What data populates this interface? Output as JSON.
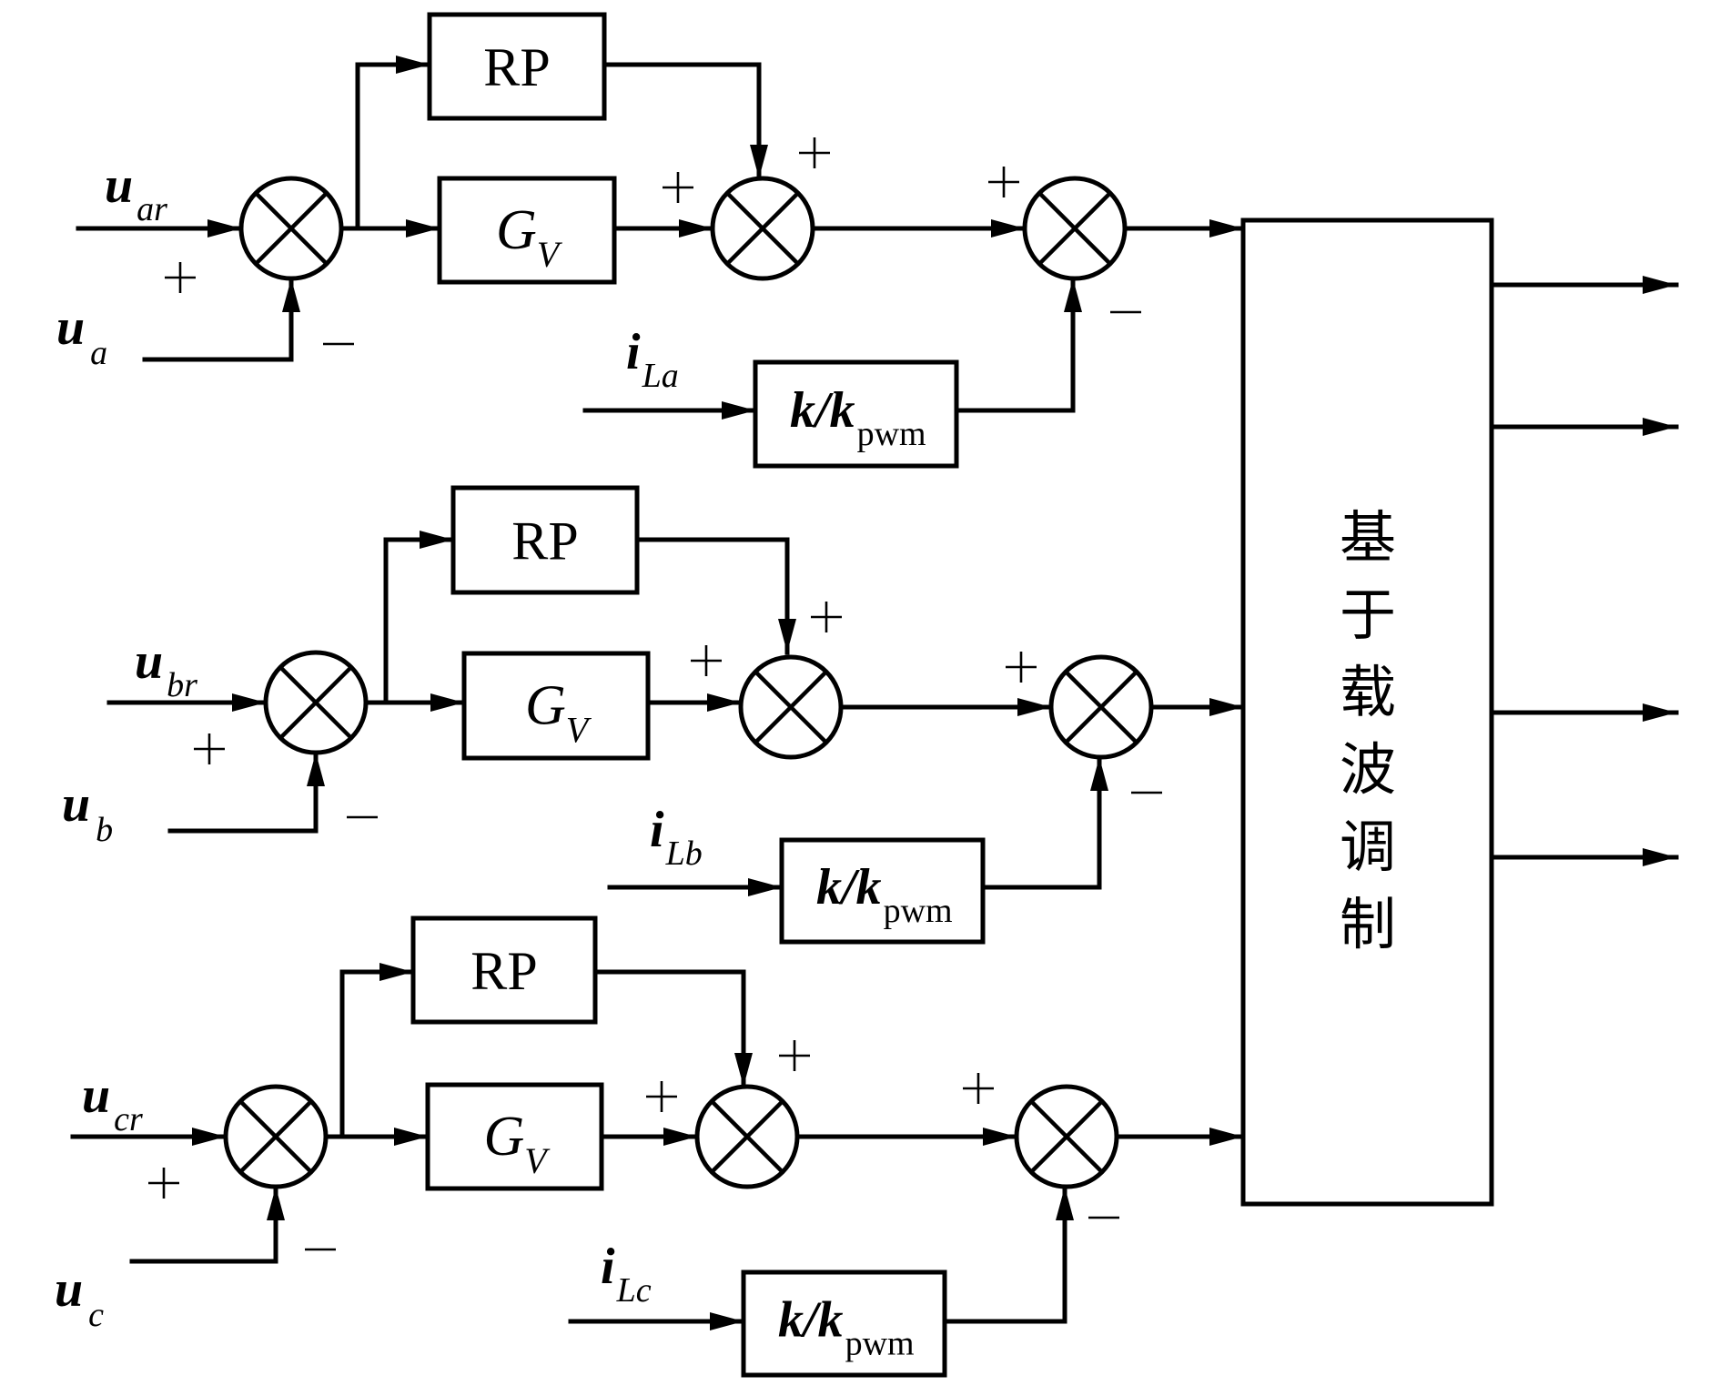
{
  "diagram": {
    "title": "",
    "modulator": {
      "label_chars": [
        "基",
        "于",
        "载",
        "波",
        "调",
        "制"
      ],
      "label": "基于载波调制",
      "outputs": 4
    },
    "phases": [
      {
        "id": "a",
        "reference": {
          "main": "u",
          "sub": "ar"
        },
        "feedback_voltage": {
          "main": "u",
          "sub": "a"
        },
        "inductor_current": {
          "main": "i",
          "sub": "La"
        },
        "rp_block": "RP",
        "gv_block": {
          "main": "G",
          "sub": "V"
        },
        "k_block": {
          "main": "k/k",
          "sub": "pwm"
        },
        "signs": {
          "sum1_ref": "+",
          "sum1_fb": "−",
          "sum2_rp": "+",
          "sum2_gv": "+",
          "sum3_in": "+",
          "sum3_fb": "−"
        }
      },
      {
        "id": "b",
        "reference": {
          "main": "u",
          "sub": "br"
        },
        "feedback_voltage": {
          "main": "u",
          "sub": "b"
        },
        "inductor_current": {
          "main": "i",
          "sub": "Lb"
        },
        "rp_block": "RP",
        "gv_block": {
          "main": "G",
          "sub": "V"
        },
        "k_block": {
          "main": "k/k",
          "sub": "pwm"
        },
        "signs": {
          "sum1_ref": "+",
          "sum1_fb": "−",
          "sum2_rp": "+",
          "sum2_gv": "+",
          "sum3_in": "+",
          "sum3_fb": "−"
        }
      },
      {
        "id": "c",
        "reference": {
          "main": "u",
          "sub": "cr"
        },
        "feedback_voltage": {
          "main": "u",
          "sub": "c"
        },
        "inductor_current": {
          "main": "i",
          "sub": "Lc"
        },
        "rp_block": "RP",
        "gv_block": {
          "main": "G",
          "sub": "V"
        },
        "k_block": {
          "main": "k/k",
          "sub": "pwm"
        },
        "signs": {
          "sum1_ref": "+",
          "sum1_fb": "−",
          "sum2_rp": "+",
          "sum2_gv": "+",
          "sum3_in": "+",
          "sum3_fb": "−"
        }
      }
    ]
  }
}
